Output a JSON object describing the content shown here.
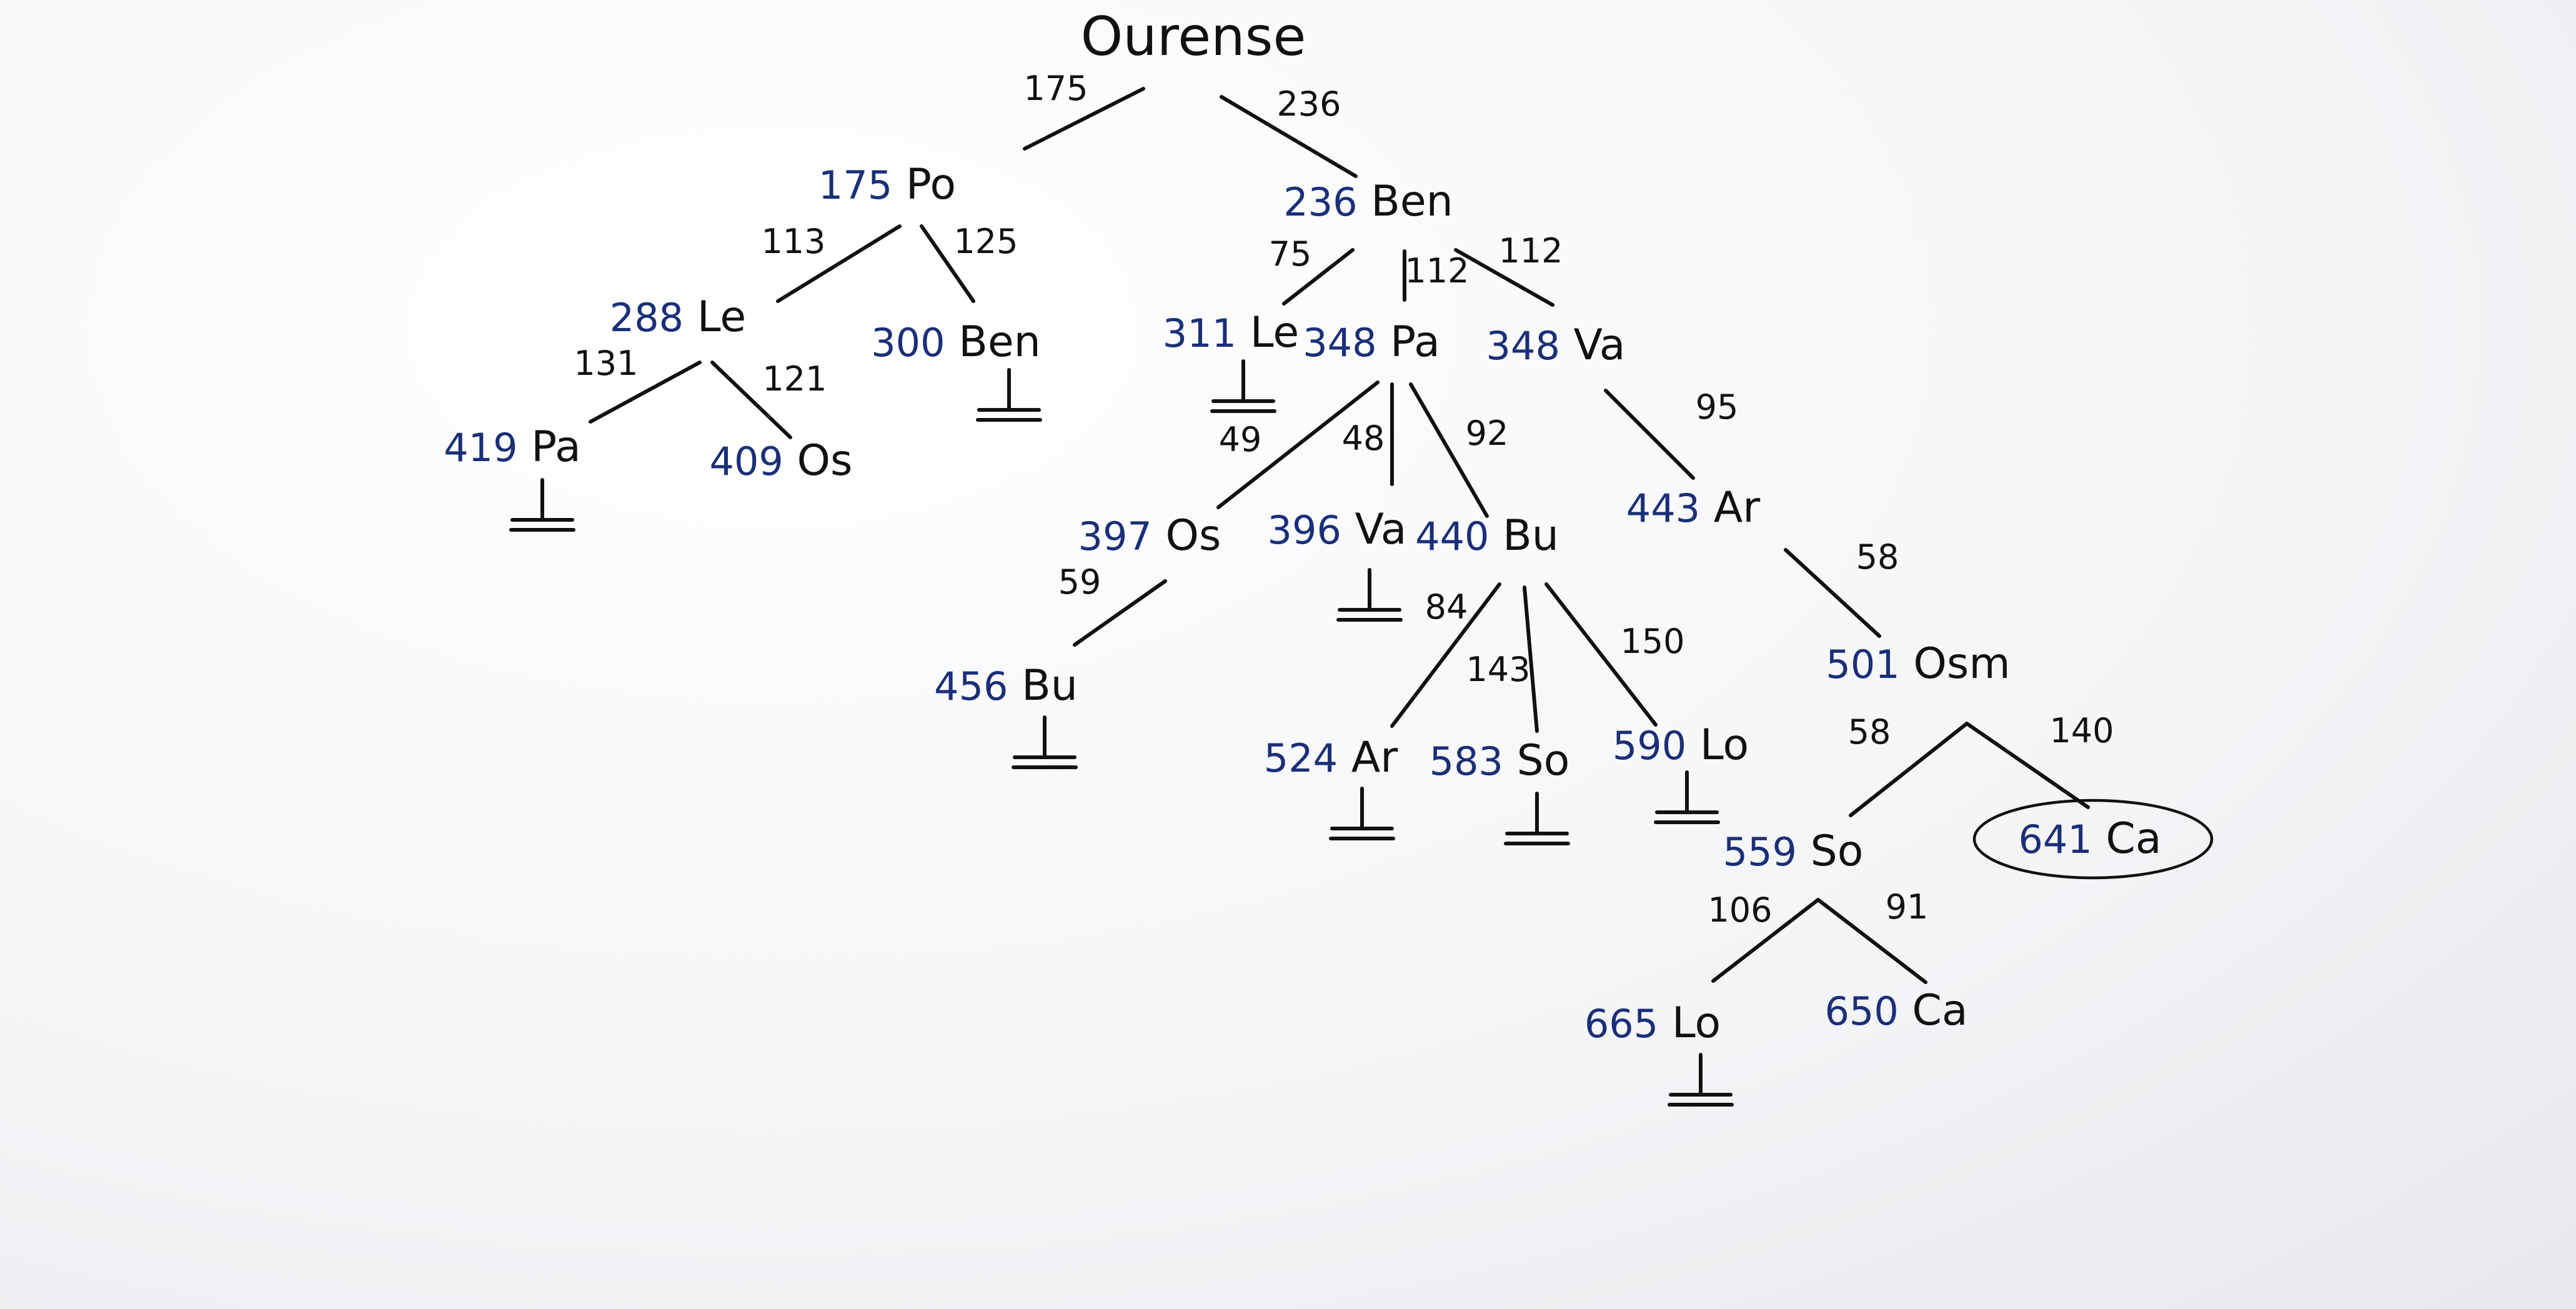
{
  "root": {
    "name": "Ourense"
  },
  "nodes": [
    {
      "id": "po",
      "cost": "175",
      "city": "Po"
    },
    {
      "id": "ben1",
      "cost": "236",
      "city": "Ben"
    },
    {
      "id": "le1",
      "cost": "288",
      "city": "Le"
    },
    {
      "id": "ben2",
      "cost": "300",
      "city": "Ben"
    },
    {
      "id": "pa1",
      "cost": "419",
      "city": "Pa"
    },
    {
      "id": "os1",
      "cost": "409",
      "city": "Os"
    },
    {
      "id": "le2",
      "cost": "311",
      "city": "Le"
    },
    {
      "id": "pa2",
      "cost": "348",
      "city": "Pa"
    },
    {
      "id": "va1",
      "cost": "348",
      "city": "Va"
    },
    {
      "id": "os2",
      "cost": "397",
      "city": "Os"
    },
    {
      "id": "va2",
      "cost": "396",
      "city": "Va"
    },
    {
      "id": "bu1",
      "cost": "440",
      "city": "Bu"
    },
    {
      "id": "ar1",
      "cost": "443",
      "city": "Ar"
    },
    {
      "id": "bu2",
      "cost": "456",
      "city": "Bu"
    },
    {
      "id": "ar2",
      "cost": "524",
      "city": "Ar"
    },
    {
      "id": "so1",
      "cost": "583",
      "city": "So"
    },
    {
      "id": "lo1",
      "cost": "590",
      "city": "Lo"
    },
    {
      "id": "osm",
      "cost": "501",
      "city": "Osm"
    },
    {
      "id": "so2",
      "cost": "559",
      "city": "So"
    },
    {
      "id": "ca1",
      "cost": "641",
      "city": "Ca",
      "goal": true
    },
    {
      "id": "lo2",
      "cost": "665",
      "city": "Lo"
    },
    {
      "id": "ca2",
      "cost": "650",
      "city": "Ca"
    }
  ],
  "edges": [
    {
      "from": "root",
      "to": "po",
      "weight": "175"
    },
    {
      "from": "root",
      "to": "ben1",
      "weight": "236"
    },
    {
      "from": "po",
      "to": "le1",
      "weight": "113"
    },
    {
      "from": "po",
      "to": "ben2",
      "weight": "125"
    },
    {
      "from": "le1",
      "to": "pa1",
      "weight": "131"
    },
    {
      "from": "le1",
      "to": "os1",
      "weight": "121"
    },
    {
      "from": "ben1",
      "to": "le2",
      "weight": "75"
    },
    {
      "from": "ben1",
      "to": "pa2",
      "weight": "112"
    },
    {
      "from": "ben1",
      "to": "va1",
      "weight": "112"
    },
    {
      "from": "pa2",
      "to": "os2",
      "weight": "49"
    },
    {
      "from": "pa2",
      "to": "va2",
      "weight": "48"
    },
    {
      "from": "pa2",
      "to": "bu1",
      "weight": "92"
    },
    {
      "from": "va1",
      "to": "ar1",
      "weight": "95"
    },
    {
      "from": "os2",
      "to": "bu2",
      "weight": "59"
    },
    {
      "from": "bu1",
      "to": "ar2",
      "weight": "84"
    },
    {
      "from": "bu1",
      "to": "so1",
      "weight": "143"
    },
    {
      "from": "bu1",
      "to": "lo1",
      "weight": "150"
    },
    {
      "from": "ar1",
      "to": "osm",
      "weight": "58"
    },
    {
      "from": "osm",
      "to": "so2",
      "weight": "58"
    },
    {
      "from": "osm",
      "to": "ca1",
      "weight": "140"
    },
    {
      "from": "so2",
      "to": "lo2",
      "weight": "106"
    },
    {
      "from": "so2",
      "to": "ca2",
      "weight": "91"
    }
  ],
  "terminated": [
    "ben2",
    "pa1",
    "le2",
    "va2",
    "bu2",
    "ar2",
    "so1",
    "lo1",
    "lo2"
  ],
  "colors": {
    "cost": "#1a2f78",
    "ink": "#111111"
  }
}
